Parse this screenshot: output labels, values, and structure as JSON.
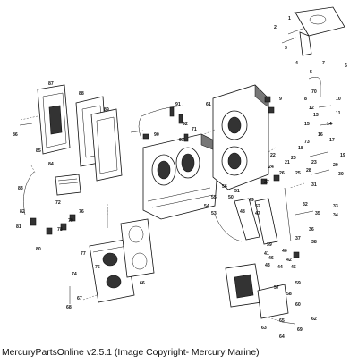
{
  "caption": "MercuryPartsOnline v2.5.1 (Image Copyright- Mercury Marine)",
  "callouts": [
    "1",
    "2",
    "3",
    "4",
    "5",
    "6",
    "7",
    "8",
    "9",
    "10",
    "11",
    "12",
    "13",
    "14",
    "15",
    "16",
    "17",
    "18",
    "19",
    "20",
    "21",
    "22",
    "23",
    "24",
    "25",
    "26",
    "27",
    "28",
    "29",
    "30",
    "31",
    "32",
    "33",
    "34",
    "35",
    "36",
    "37",
    "38",
    "39",
    "40",
    "41",
    "42",
    "43",
    "44",
    "45",
    "46",
    "47",
    "48",
    "49",
    "50",
    "51",
    "52",
    "53",
    "54",
    "55",
    "56",
    "57",
    "58",
    "59",
    "60",
    "61",
    "62",
    "63",
    "64",
    "65",
    "66",
    "67",
    "68",
    "69",
    "70",
    "71",
    "72",
    "73",
    "74",
    "75",
    "76",
    "77",
    "78",
    "79",
    "80",
    "81",
    "82",
    "83",
    "84",
    "85",
    "86",
    "87",
    "88",
    "89",
    "90",
    "91",
    "92",
    "93"
  ]
}
